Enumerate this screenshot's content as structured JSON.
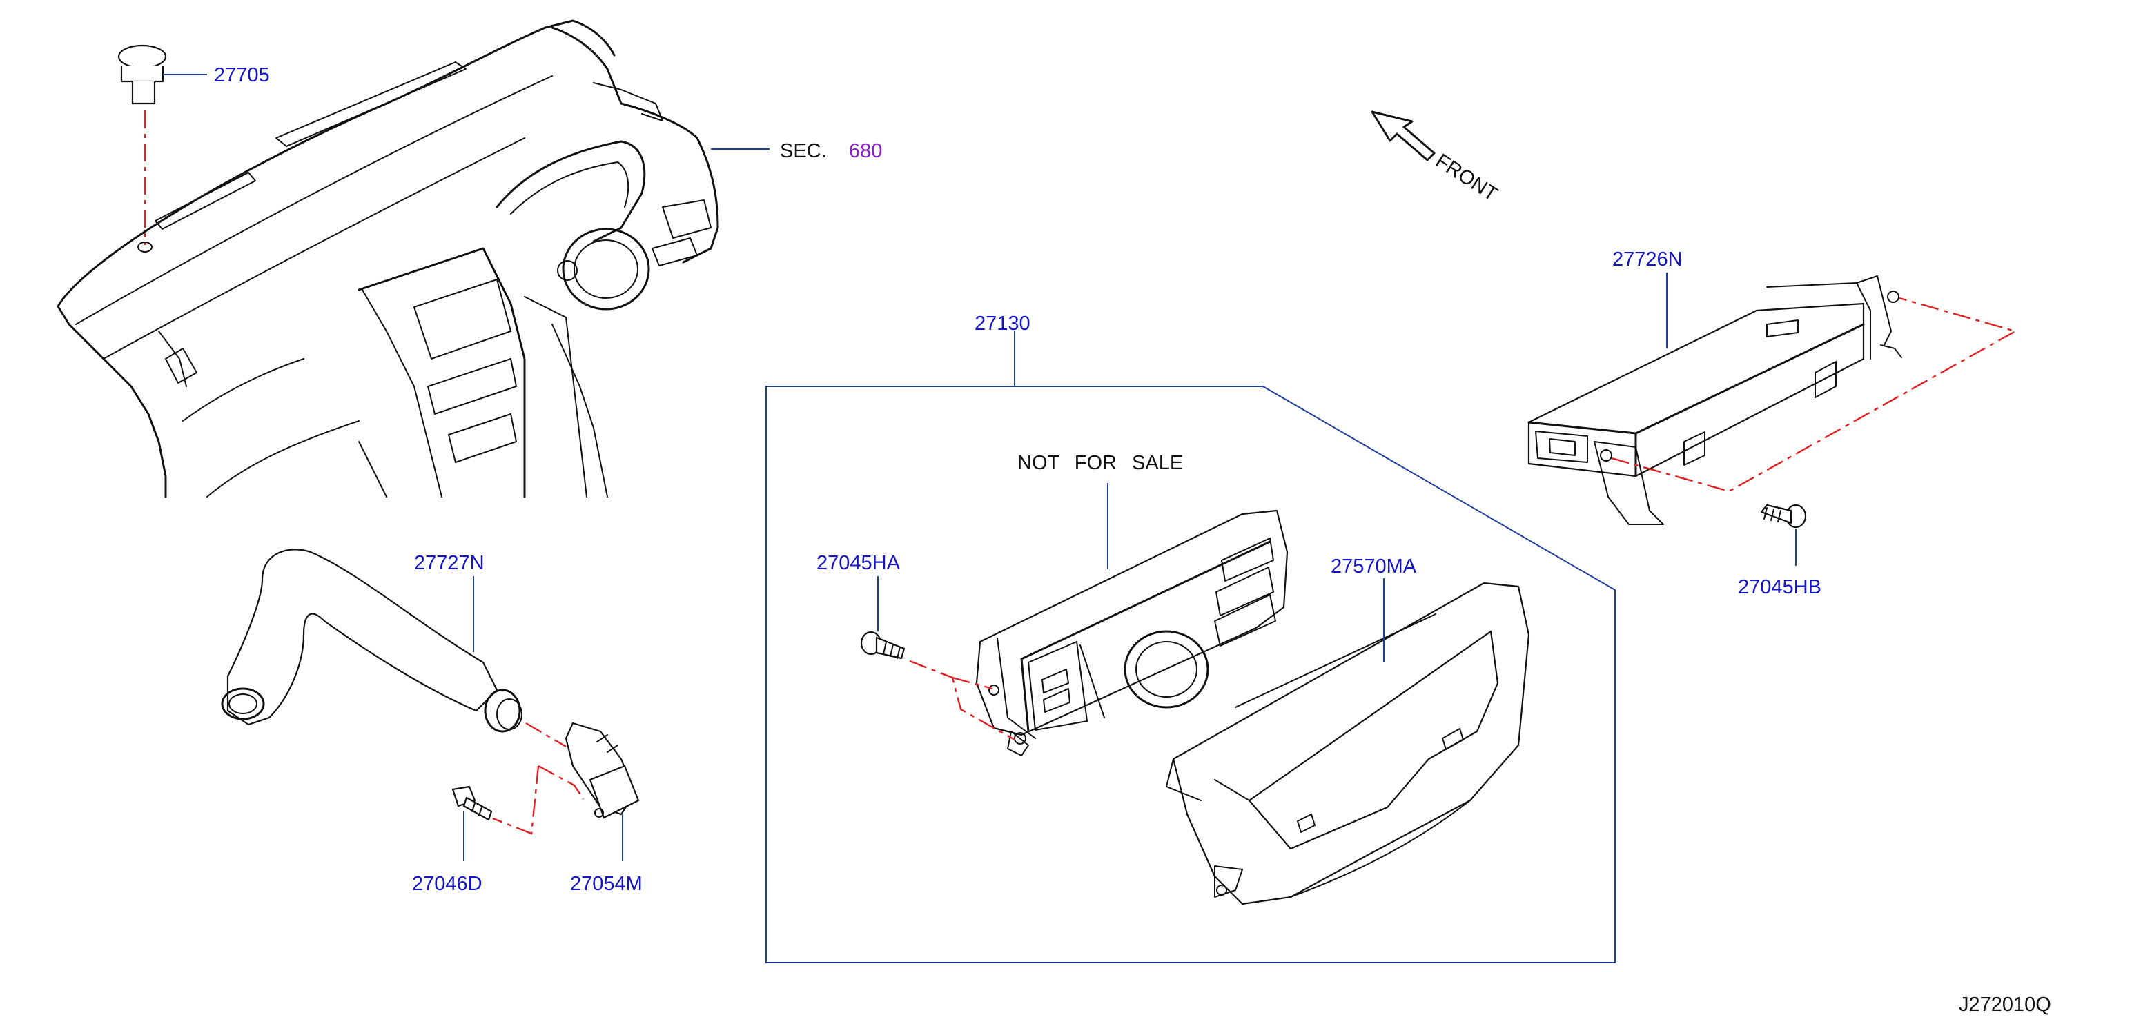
{
  "colors": {
    "part_number": "#1515c8",
    "section_ref": "#8a1ec8",
    "leader_line": "#1f3f9e",
    "centerline": "#e02020",
    "linework": "#111111"
  },
  "labels": {
    "p27705": "27705",
    "sec_prefix": "SEC.",
    "sec_number": "680",
    "front": "FRONT",
    "p27726N": "27726N",
    "p27130": "27130",
    "not_for_sale": "NOT FOR SALE",
    "p27045HA": "27045HA",
    "p27570MA": "27570MA",
    "p27045HB": "27045HB",
    "p27727N": "27727N",
    "p27046D": "27046D",
    "p27054M": "27054M",
    "diagram_code": "J272010Q"
  }
}
